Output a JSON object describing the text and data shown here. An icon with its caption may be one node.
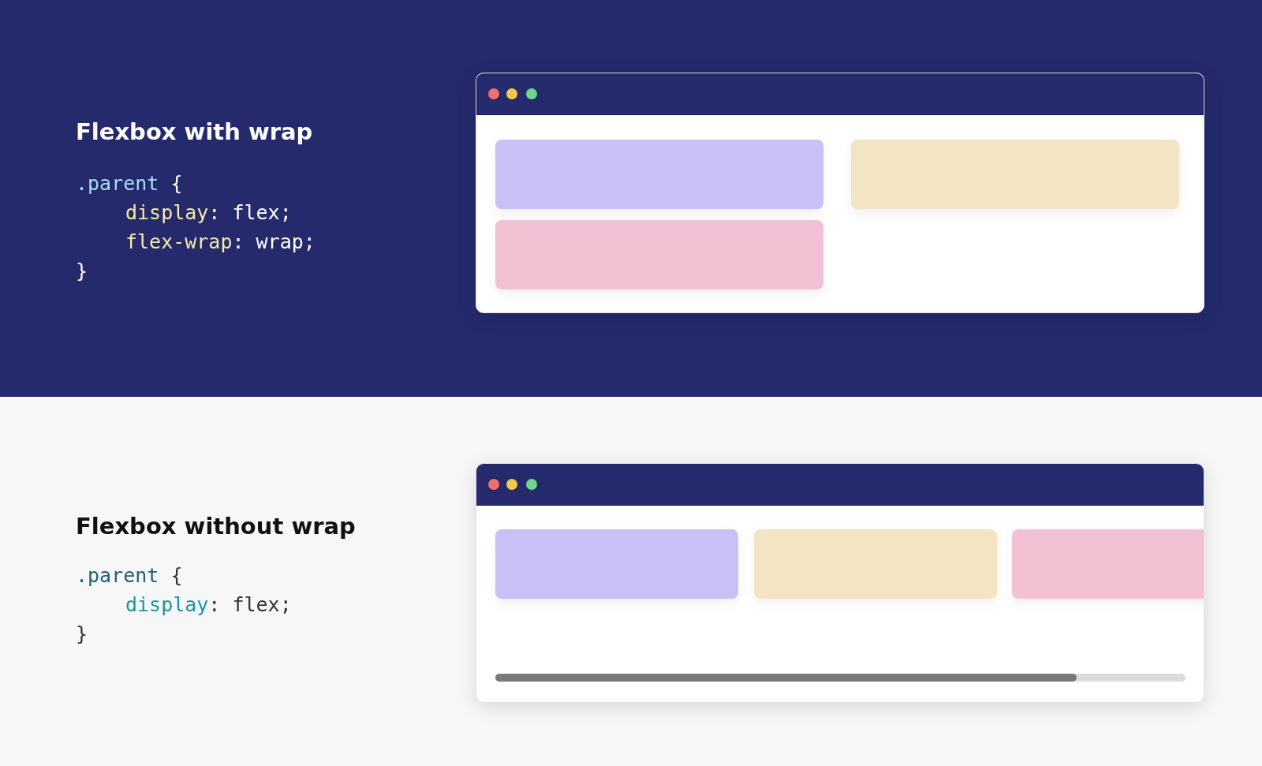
{
  "diagram": {
    "nodes": [
      {
        "text": [],
        "shape": "box"
      },
      {
        "text": [],
        "shape": "box",
        "in": 0
      },
      {
        "text": [],
        "shape": "box",
        "in": 0
      },
      {
        "text": [],
        "shape": "box",
        "in": 0
      },
      {
        "text": [],
        "shape": "box"
      },
      {
        "text": [],
        "shape": "box",
        "in": 4
      },
      {
        "text": [],
        "shape": "box",
        "in": 4
      },
      {
        "text": [],
        "shape": "box",
        "in": 4
      }
    ],
    "labels": [
      "Flexbox with wrap",
      ".parent {",
      "display: flex;",
      "flex-wrap: wrap;",
      "}",
      "Flexbox without wrap",
      ".parent {",
      "display: flex;",
      "}"
    ]
  }
}
